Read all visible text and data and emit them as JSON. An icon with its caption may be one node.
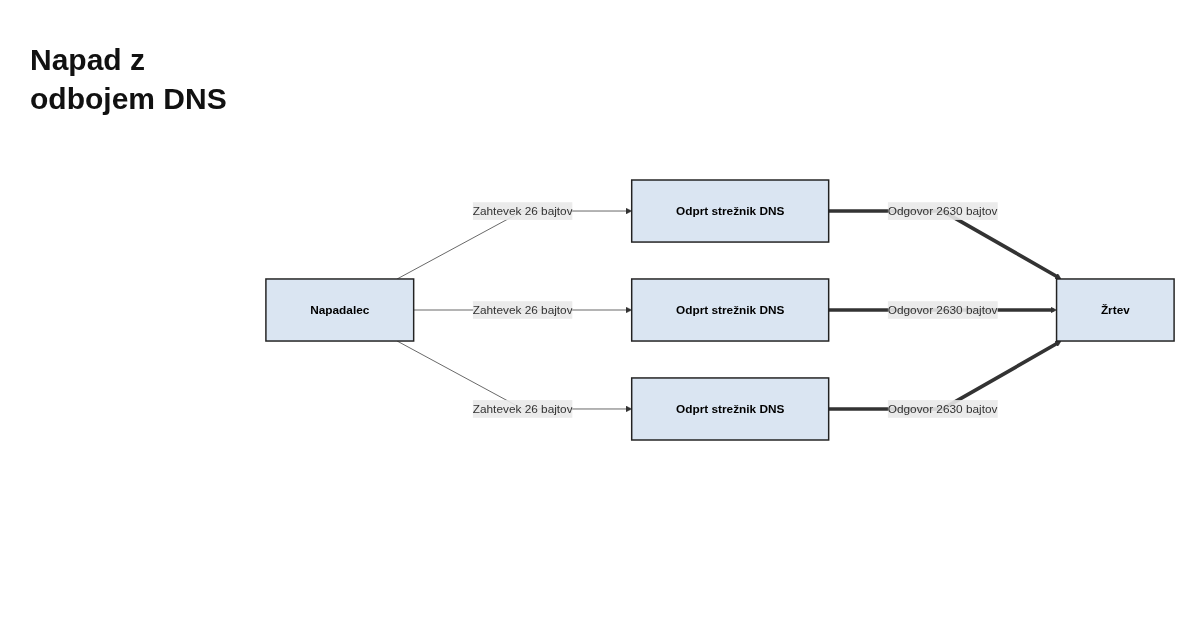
{
  "diagram": {
    "title": "Napad z odbojem DNS",
    "nodes": [
      {
        "text": [
          "Napadalec"
        ]
      },
      {
        "text": [
          "Odprt strežnik DNS"
        ]
      },
      {
        "text": [
          "Odprt strežnik DNS"
        ]
      },
      {
        "text": [
          "Odprt strežnik DNS"
        ]
      },
      {
        "text": [
          "Žrtev"
        ]
      }
    ],
    "edges": [
      {
        "from": 0,
        "to": 1,
        "arrow": "to",
        "label": "Zahtevek 26 bajtov"
      },
      {
        "from": 0,
        "to": 2,
        "arrow": "to",
        "label": "Zahtevek 26 bajtov"
      },
      {
        "from": 0,
        "to": 3,
        "arrow": "to",
        "label": "Zahtevek 26 bajtov"
      },
      {
        "from": 1,
        "to": 4,
        "arrow": "to",
        "label": "Odgovor 2630 bajtov",
        "style": "thick"
      },
      {
        "from": 2,
        "to": 4,
        "arrow": "to",
        "label": "Odgovor 2630 bajtov",
        "style": "thick"
      },
      {
        "from": 3,
        "to": 4,
        "arrow": "to",
        "label": "Odgovor 2630 bajtov",
        "style": "thick"
      }
    ]
  }
}
